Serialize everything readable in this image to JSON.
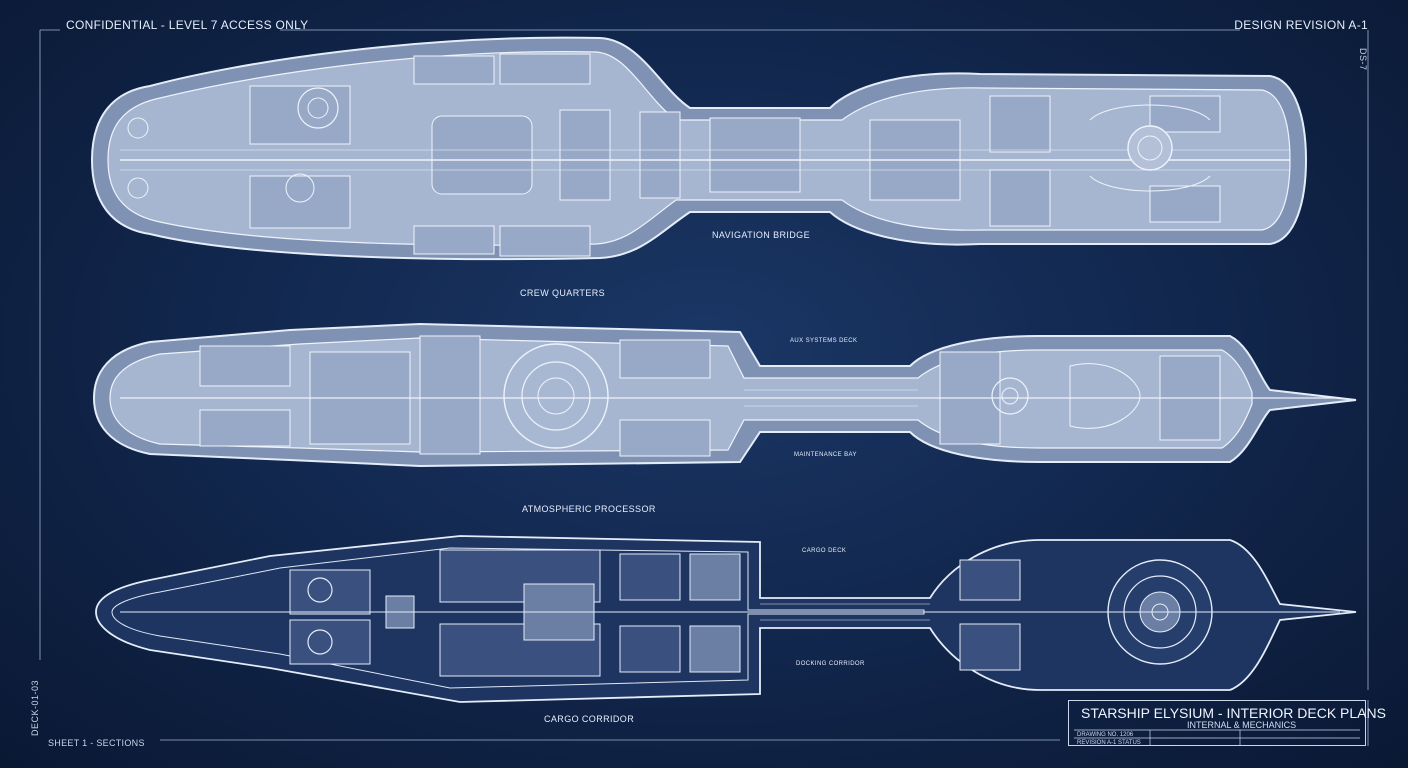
{
  "header": {
    "confidential": "CONFIDENTIAL - LEVEL 7 ACCESS ONLY",
    "revision": "DESIGN REVISION A-1"
  },
  "labels": {
    "navigation_bridge": "NAVIGATION BRIDGE",
    "crew_quarters": "CREW QUARTERS",
    "deck2_top": "AUX SYSTEMS DECK",
    "deck2_bottom": "MAINTENANCE BAY",
    "atmospheric_processor": "ATMOSPHERIC PROCESSOR",
    "deck3_top": "CARGO DECK",
    "deck3_bottom": "DOCKING CORRIDOR",
    "cargo_corridor": "CARGO CORRIDOR"
  },
  "title_block": {
    "title": "STARSHIP ELYSIUM - INTERIOR DECK PLANS",
    "subtitle": "INTERNAL & MECHANICS",
    "cell_1": "DRAWING NO. 1206",
    "cell_2": "REVISION A-1 STATUS"
  },
  "footer": {
    "sheet": "SHEET 1 - SECTIONS"
  },
  "side_codes": {
    "left": "DECK-01-03",
    "right": "DS-7"
  },
  "colors": {
    "background": "#12284f",
    "line": "#dce6f6",
    "hull_fill": "#8294b5",
    "deck3_fill": "#1e3561"
  }
}
